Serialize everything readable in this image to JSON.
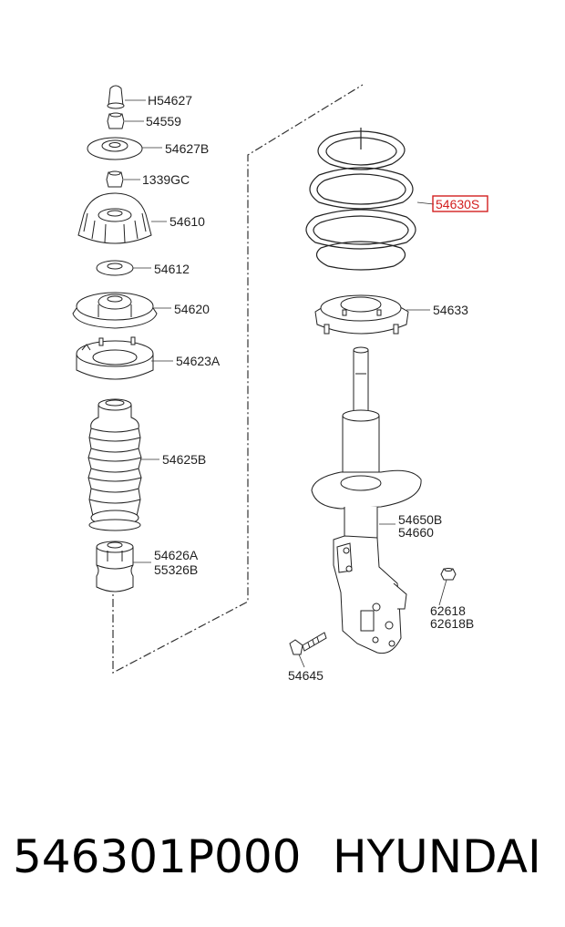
{
  "labels": {
    "h54627": "H54627",
    "p54559": "54559",
    "p54627b": "54627B",
    "p1339gc": "1339GC",
    "p54610": "54610",
    "p54612": "54612",
    "p54620": "54620",
    "p54623a": "54623A",
    "p54625b": "54625B",
    "p54626a": "54626A",
    "p55326b": "55326B",
    "p54630s": "54630S",
    "p54633": "54633",
    "p54650b": "54650B",
    "p54660": "54660",
    "p62618": "62618",
    "p62618b": "62618B",
    "p54645": "54645"
  },
  "highlight_color": "#d32020",
  "footer": {
    "part_number": "546301P000",
    "brand": "HYUNDAI"
  }
}
